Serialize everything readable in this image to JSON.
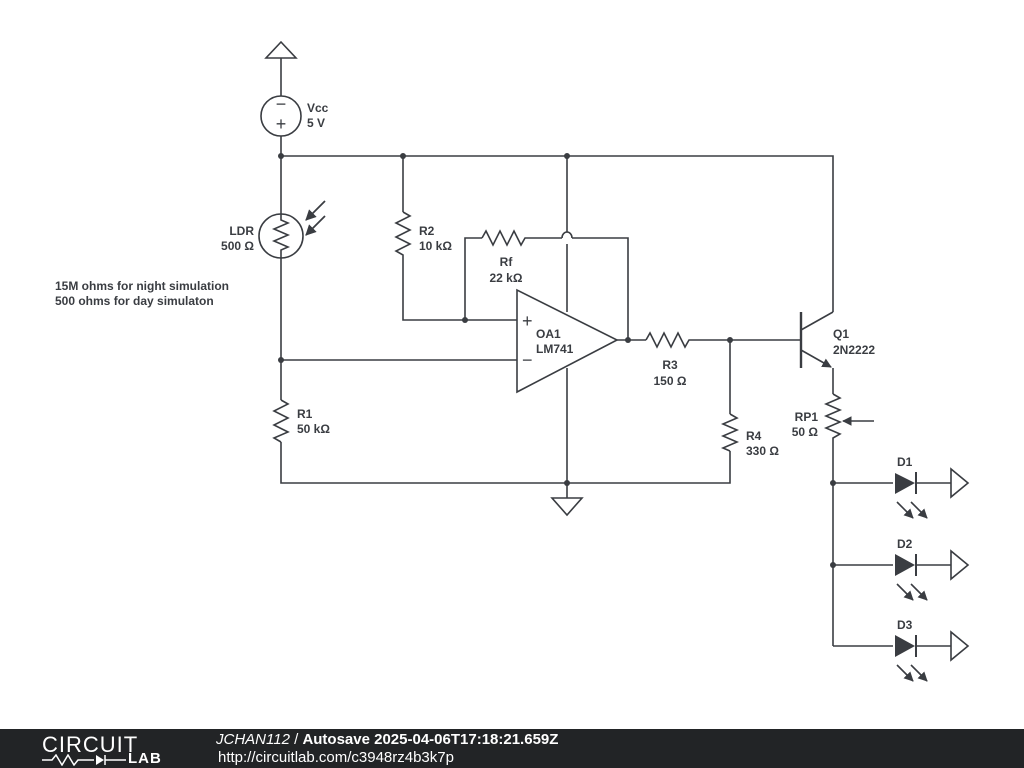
{
  "components": {
    "vcc": {
      "name": "Vcc",
      "value": "5 V",
      "minus": "−",
      "plus": "+"
    },
    "ldr": {
      "name": "LDR",
      "value": "500 Ω"
    },
    "r1": {
      "name": "R1",
      "value": "50 kΩ"
    },
    "r2": {
      "name": "R2",
      "value": "10 kΩ"
    },
    "rf": {
      "name": "Rf",
      "value": "22 kΩ"
    },
    "oa1": {
      "name": "OA1",
      "value": "LM741",
      "plus": "+",
      "minus": "−"
    },
    "r3": {
      "name": "R3",
      "value": "150 Ω"
    },
    "r4": {
      "name": "R4",
      "value": "330 Ω"
    },
    "q1": {
      "name": "Q1",
      "value": "2N2222"
    },
    "rp1": {
      "name": "RP1",
      "value": "50 Ω"
    },
    "d1": {
      "name": "D1"
    },
    "d2": {
      "name": "D2"
    },
    "d3": {
      "name": "D3"
    }
  },
  "notes": {
    "line1": "15M ohms for night simulation",
    "line2": "500 ohms for day simulaton"
  },
  "footer": {
    "logo_top": "CIRCUIT",
    "logo_bottom": "LAB",
    "user": "JCHAN112",
    "separator": " / ",
    "project": "Autosave 2025-04-06T17:18:21.659Z",
    "url": "http://circuitlab.com/c3948rz4b3k7p"
  },
  "colors": {
    "wire": "#3a3d42",
    "footer_bg": "#222426"
  }
}
